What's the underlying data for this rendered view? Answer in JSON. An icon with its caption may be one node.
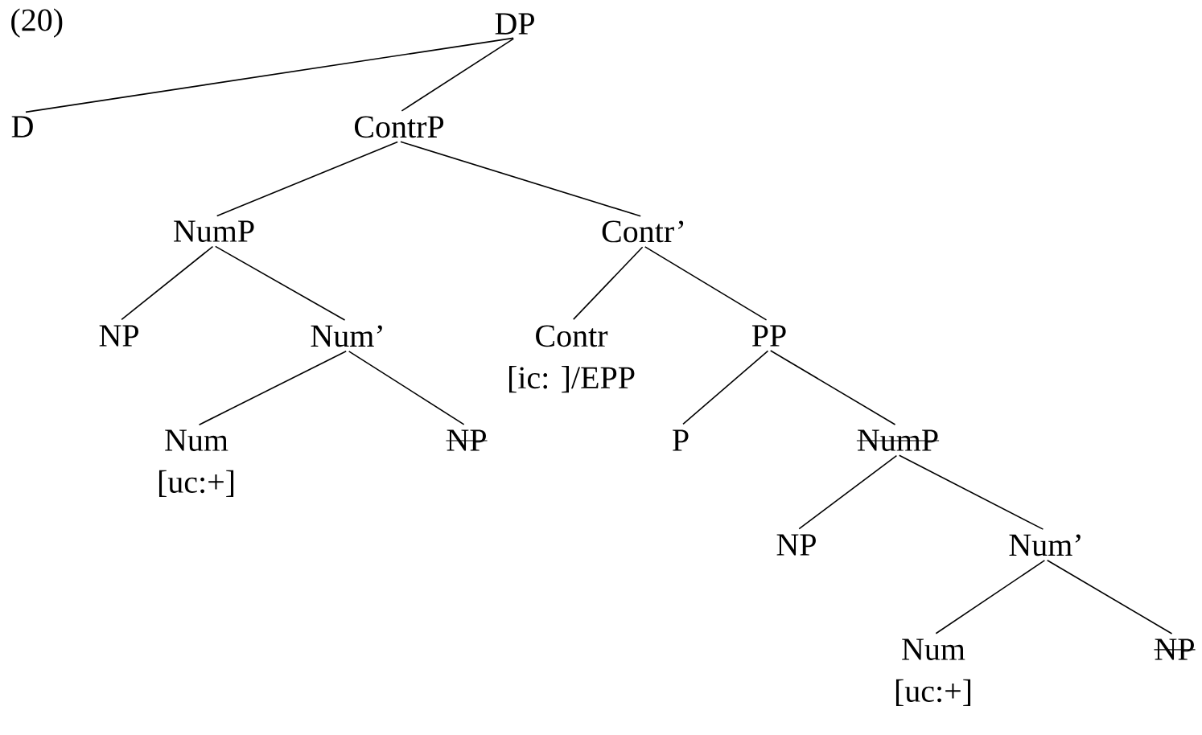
{
  "diagram": {
    "nodes": [
      {
        "text": [
          "DP"
        ]
      },
      {
        "text": [
          "D"
        ]
      },
      {
        "text": [
          "ContrP"
        ]
      },
      {
        "text": [
          "NumP"
        ]
      },
      {
        "text": [
          "Contr’"
        ]
      },
      {
        "text": [
          "NP"
        ]
      },
      {
        "text": [
          "Num’"
        ]
      },
      {
        "text": [
          "Contr",
          "[ic: ]/EPP"
        ]
      },
      {
        "text": [
          "PP"
        ]
      },
      {
        "text": [
          "Num",
          "[uc:+]"
        ]
      },
      {
        "text": [
          "NP"
        ]
      },
      {
        "text": [
          "P"
        ]
      },
      {
        "text": [
          "NumP"
        ]
      },
      {
        "text": [
          "NP"
        ]
      },
      {
        "text": [
          "Num’"
        ]
      },
      {
        "text": [
          "Num",
          "[uc:+]"
        ]
      },
      {
        "text": [
          "NP"
        ]
      }
    ],
    "edges": [
      {
        "from": 0,
        "to": 1,
        "arrow": "none"
      },
      {
        "from": 0,
        "to": 2,
        "arrow": "none"
      },
      {
        "from": 2,
        "to": 3,
        "arrow": "none"
      },
      {
        "from": 2,
        "to": 4,
        "arrow": "none"
      },
      {
        "from": 3,
        "to": 5,
        "arrow": "none"
      },
      {
        "from": 3,
        "to": 6,
        "arrow": "none"
      },
      {
        "from": 4,
        "to": 7,
        "arrow": "none"
      },
      {
        "from": 4,
        "to": 8,
        "arrow": "none"
      },
      {
        "from": 6,
        "to": 9,
        "arrow": "none"
      },
      {
        "from": 6,
        "to": 10,
        "arrow": "none"
      },
      {
        "from": 8,
        "to": 11,
        "arrow": "none"
      },
      {
        "from": 8,
        "to": 12,
        "arrow": "none"
      },
      {
        "from": 12,
        "to": 13,
        "arrow": "none"
      },
      {
        "from": 12,
        "to": 14,
        "arrow": "none"
      },
      {
        "from": 14,
        "to": 15,
        "arrow": "none"
      },
      {
        "from": 14,
        "to": 16,
        "arrow": "none"
      }
    ],
    "labels": [
      "(20)"
    ]
  }
}
